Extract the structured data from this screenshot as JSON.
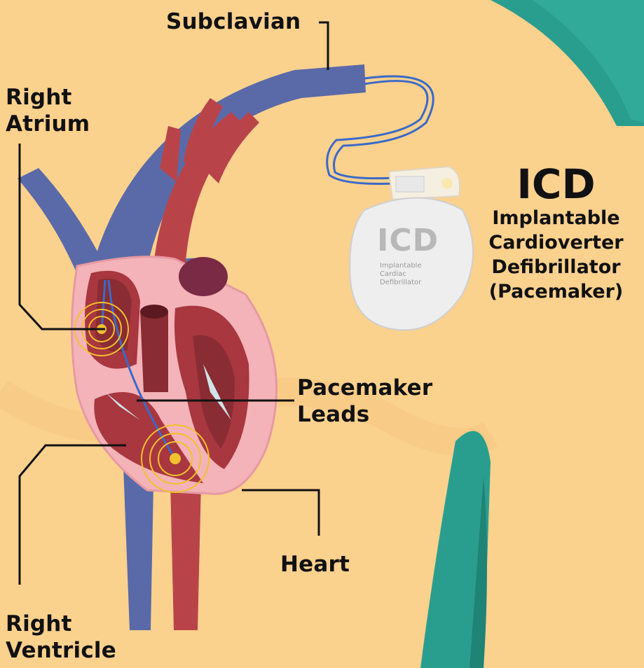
{
  "labels": {
    "subclavian": "Subclavian",
    "right_atrium_line1": "Right",
    "right_atrium_line2": "Atrium",
    "pacemaker_leads_line1": "Pacemaker",
    "pacemaker_leads_line2": "Leads",
    "heart": "Heart",
    "right_ventricle_line1": "Right",
    "right_ventricle_line2": "Ventricle"
  },
  "icd": {
    "title": "ICD",
    "line1": "Implantable",
    "line2": "Cardioverter",
    "line3": "Defibrillator",
    "line4": "(Pacemaker)"
  },
  "device": {
    "title": "ICD",
    "line1": "Implantable",
    "line2": "Cardiac",
    "line3": "Defibrillator"
  },
  "colors": {
    "background": "#fbd18e",
    "vein": "#5a6aa8",
    "artery": "#b8444a",
    "heart_outer": "#f3b3b8",
    "heart_muscle": "#a8373f",
    "teal": "#2a9e8e",
    "electrode": "#f2c12e"
  }
}
